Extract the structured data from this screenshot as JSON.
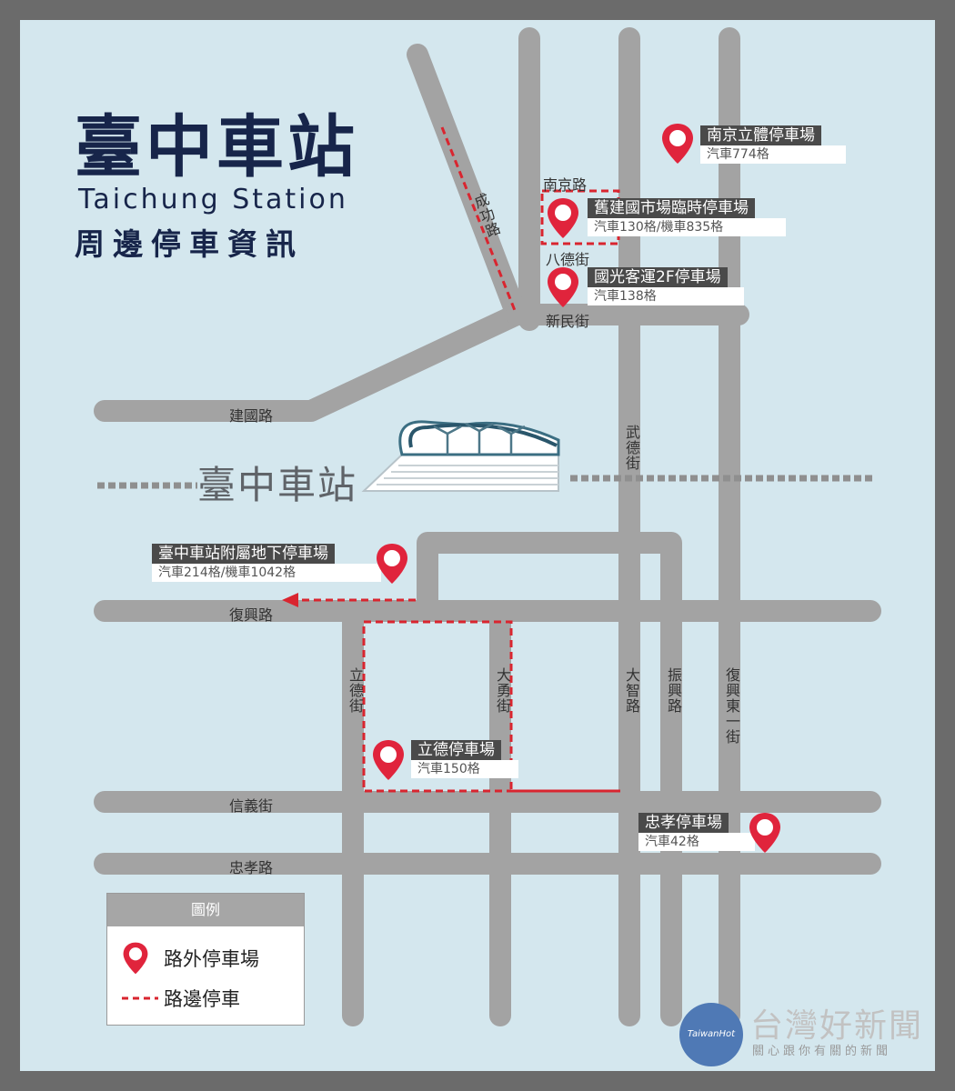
{
  "title": {
    "zh": "臺中車站",
    "en": "Taichung Station",
    "sub": "周邊停車資訊"
  },
  "station_label": "臺中車站",
  "roads": {
    "nanjing": "南京路",
    "bade": "八德街",
    "xinmin": "新民街",
    "chenggong": "成功路",
    "jianguo": "建國路",
    "wude": "武德街",
    "fuxing": "復興路",
    "lide": "立德街",
    "dayong": "大勇街",
    "dazhi": "大智路",
    "zhenxing": "振興路",
    "fuxing_e1": "復興東一街",
    "xinyi": "信義街",
    "zhongxiao": "忠孝路"
  },
  "parking": [
    {
      "id": "nanjing-sports",
      "name": "南京立體停車場",
      "capacity": "汽車774格"
    },
    {
      "id": "old-jianguo-market",
      "name": "舊建國市場臨時停車場",
      "capacity": "汽車130格/機車835格"
    },
    {
      "id": "kuokuang-2f",
      "name": "國光客運2F停車場",
      "capacity": "汽車138格"
    },
    {
      "id": "station-underground",
      "name": "臺中車站附屬地下停車場",
      "capacity": "汽車214格/機車1042格"
    },
    {
      "id": "lide",
      "name": "立德停車場",
      "capacity": "汽車150格"
    },
    {
      "id": "zhongxiao",
      "name": "忠孝停車場",
      "capacity": "汽車42格"
    }
  ],
  "legend": {
    "title": "圖例",
    "offstreet": "路外停車場",
    "onstreet": "路邊停車"
  },
  "colors": {
    "background": "#d4e7ee",
    "road": "#a3a3a3",
    "pin": "#e0243c",
    "dashed": "#d9252f",
    "title": "#17254a"
  },
  "watermark": {
    "circle": "TaiwanHot",
    "text": "台灣好新聞",
    "sub": "關心跟你有關的新聞"
  }
}
